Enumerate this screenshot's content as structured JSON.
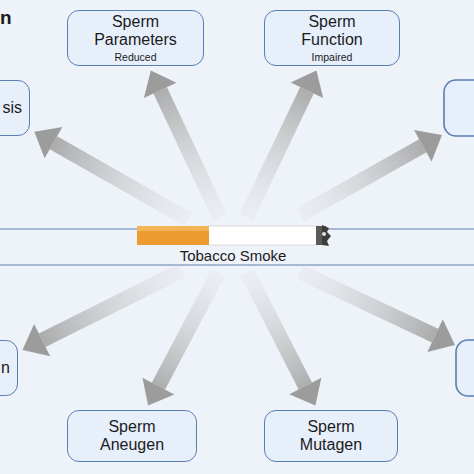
{
  "diagram": {
    "nodes": [
      {
        "text": [
          "Sperm Parameters",
          "Reduced"
        ]
      },
      {
        "text": [
          "Sperm Function",
          "Impaired"
        ]
      },
      {
        "text": [
          "sis"
        ]
      },
      {
        "text": [
          "Tobacco Smoke"
        ]
      },
      {
        "text": [
          "n"
        ]
      },
      {
        "text": [
          "Sperm Aneugen"
        ]
      },
      {
        "text": [
          "Sperm Mutagen"
        ]
      }
    ],
    "edges": [
      {
        "from": 3,
        "to": 0,
        "arrow": "to"
      },
      {
        "from": 3,
        "to": 1,
        "arrow": "to"
      },
      {
        "from": 3,
        "to": 2,
        "arrow": "to"
      },
      {
        "from": 3,
        "to": 4,
        "arrow": "to"
      },
      {
        "from": 3,
        "to": 5,
        "arrow": "to"
      },
      {
        "from": 3,
        "to": 6,
        "arrow": "to"
      }
    ],
    "labels": [
      "n"
    ]
  }
}
